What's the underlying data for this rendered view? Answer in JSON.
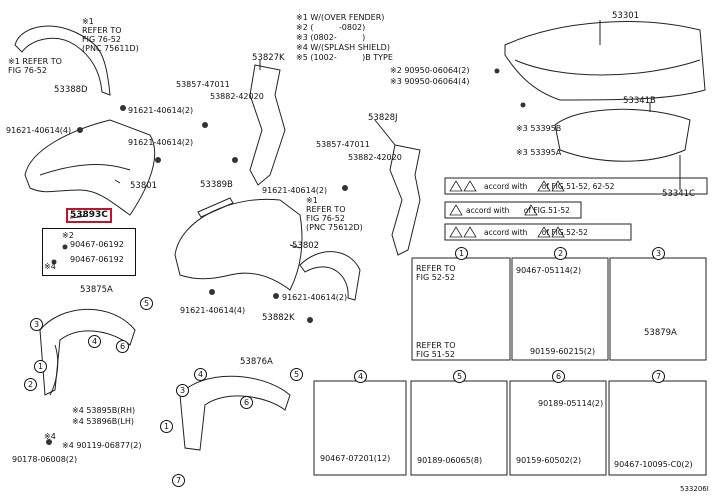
{
  "legend": {
    "l1": "※1 W/(OVER FENDER)",
    "l2": "※2 (          -0802)",
    "l3": "※3 (0802-          )",
    "l4": "※4 W/(SPLASH SHIELD)",
    "l5": "※5 (1002-          )B TYPE"
  },
  "labels": {
    "p53301": "53301",
    "p53341b": "53341B",
    "p53341c": "53341C",
    "p53395b": "※3 53395B",
    "p53395a": "※3 53395A",
    "p90950_1": "※2 90950-06064(2)",
    "p90950_2": "※3 90950-06064(4)",
    "ref1": "※1\nREFER TO\nFIG 76-52\n(PNC 75611D)",
    "ref1b": "※1 REFER TO\nFIG 76-52",
    "p53388d": "53388D",
    "p91621_4": "91621-40614(4)",
    "p91621_2a": "91621-40614(2)",
    "p91621_2b": "91621-40614(2)",
    "p53801": "53801",
    "p53893c": "53893C",
    "s2": "※2",
    "p90467_06192a": "90467-06192",
    "p90467_06192b": "90467-06192",
    "s4": "※4",
    "p53875a": "53875A",
    "p53827k": "53827K",
    "p53857a": "53857-47011",
    "p53882a": "53882-42020",
    "p53828j": "53828J",
    "p53857b": "53857-47011",
    "p53882b": "53882-42020",
    "p53389b": "53389B",
    "p91621_2c": "91621-40614(2)",
    "ref2": "※1\nREFER TO\nFIG 76-52\n(PNC 75612D)",
    "p53802": "53802",
    "p91621_4b": "91621-40614(4)",
    "p91621_2d": "91621-40614(2)",
    "p53882k": "53882K",
    "p53895b": "※4 53895B(RH)",
    "p53896b": "※4 53896B(LH)",
    "p90119": "※4 90119-06877(2)",
    "s4b": "※4",
    "p90178": "90178-06008(2)",
    "p53876a": "53876A",
    "acc1": "accord with      of FIG.51-52, 62-52",
    "acc2": "accord with      of FIG.51-52",
    "acc3": "accord with      of FIG.52-52",
    "c1": "1",
    "c2": "2",
    "c3": "3",
    "c4": "4",
    "c5": "5",
    "c6": "6",
    "c7": "7",
    "ref3": "REFER TO\nFIG 52-52",
    "ref4": "REFER TO\nFIG 51-52",
    "p90467_05114": "90467-05114(2)",
    "p90159_60215": "90159-60215(2)",
    "p53879a": "53879A",
    "p90467_07201": "90467-07201(12)",
    "p90189_06065": "90189-06065(8)",
    "p90189_05114": "90189-05114(2)",
    "p90159_60502": "90159-60502(2)",
    "p90467_10095": "90467-10095-C0(2)",
    "footer": "533206I"
  }
}
